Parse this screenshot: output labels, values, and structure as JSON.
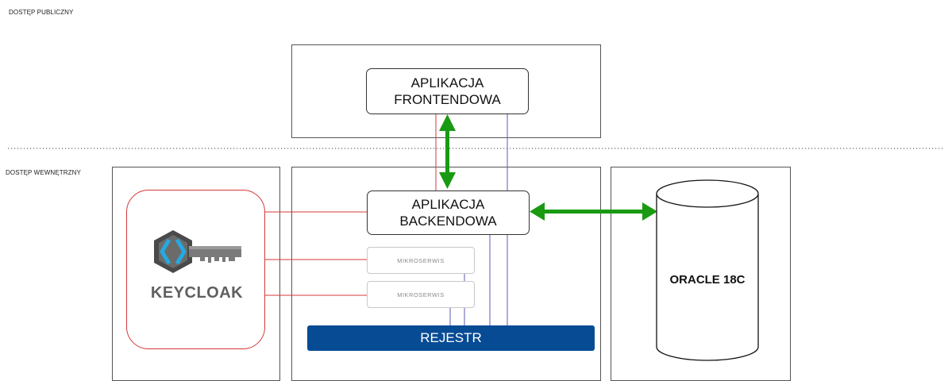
{
  "zones": {
    "public": "DOSTĘP PUBLICZNY",
    "internal": "DOSTĘP WEWNĘTRZNY"
  },
  "frontend": {
    "line1": "APLIKACJA",
    "line2": "FRONTENDOWA"
  },
  "backend": {
    "line1": "APLIKACJA",
    "line2": "BACKENDOWA"
  },
  "microservices": [
    "MIKROSERWIS",
    "MIKROSERWIS"
  ],
  "registry": "REJESTR",
  "keycloak": {
    "wordmark": "KEYCLOAK",
    "icon": "keycloak-key-logo"
  },
  "database": {
    "label": "ORACLE 18C",
    "icon": "database-cylinder"
  },
  "colors": {
    "arrow": "#1a9a12",
    "auth_lines": "#d43a3a",
    "registry_lines": "#5a5ab8",
    "registry_fill": "#064b94"
  }
}
